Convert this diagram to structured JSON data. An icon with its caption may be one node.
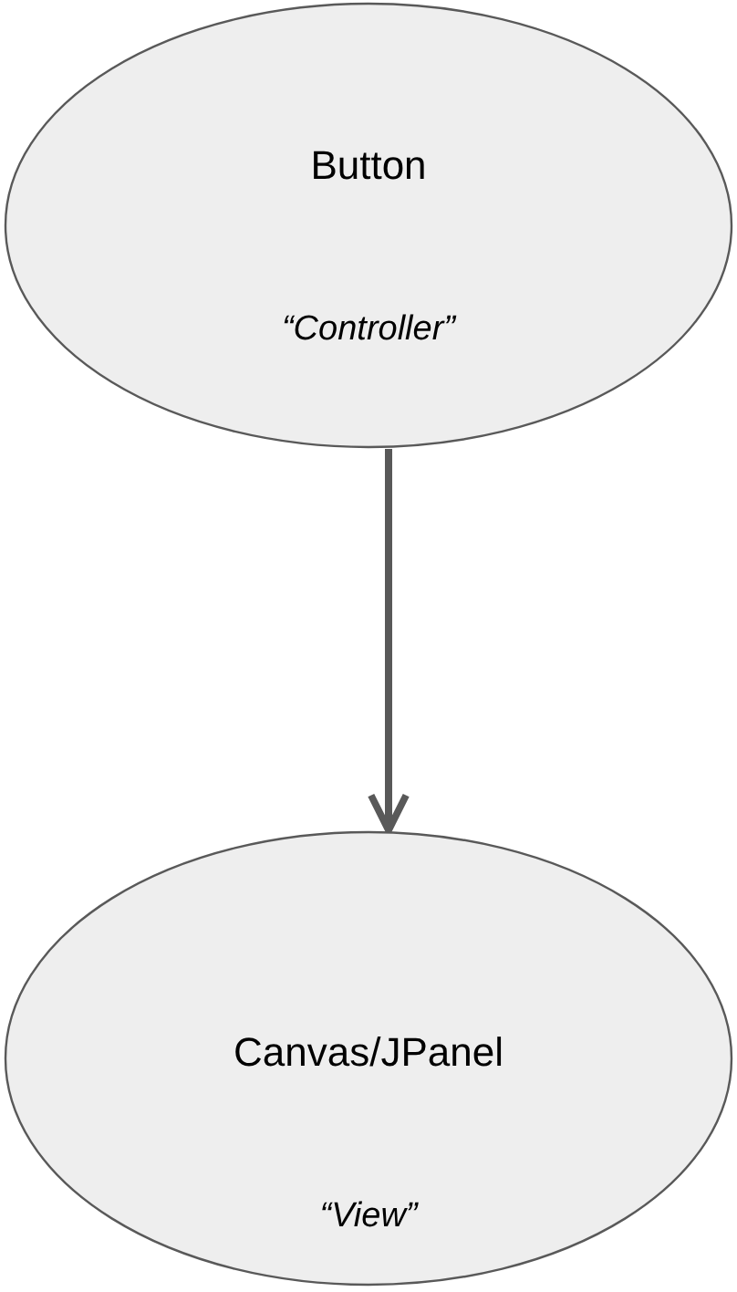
{
  "diagram": {
    "nodes": [
      {
        "text": [
          "Button",
          "“Controller”"
        ]
      },
      {
        "text": [
          "Canvas/JPanel",
          "“View”"
        ]
      }
    ],
    "edges": [
      {
        "from": 0,
        "to": 1,
        "arrow": "to"
      }
    ]
  }
}
